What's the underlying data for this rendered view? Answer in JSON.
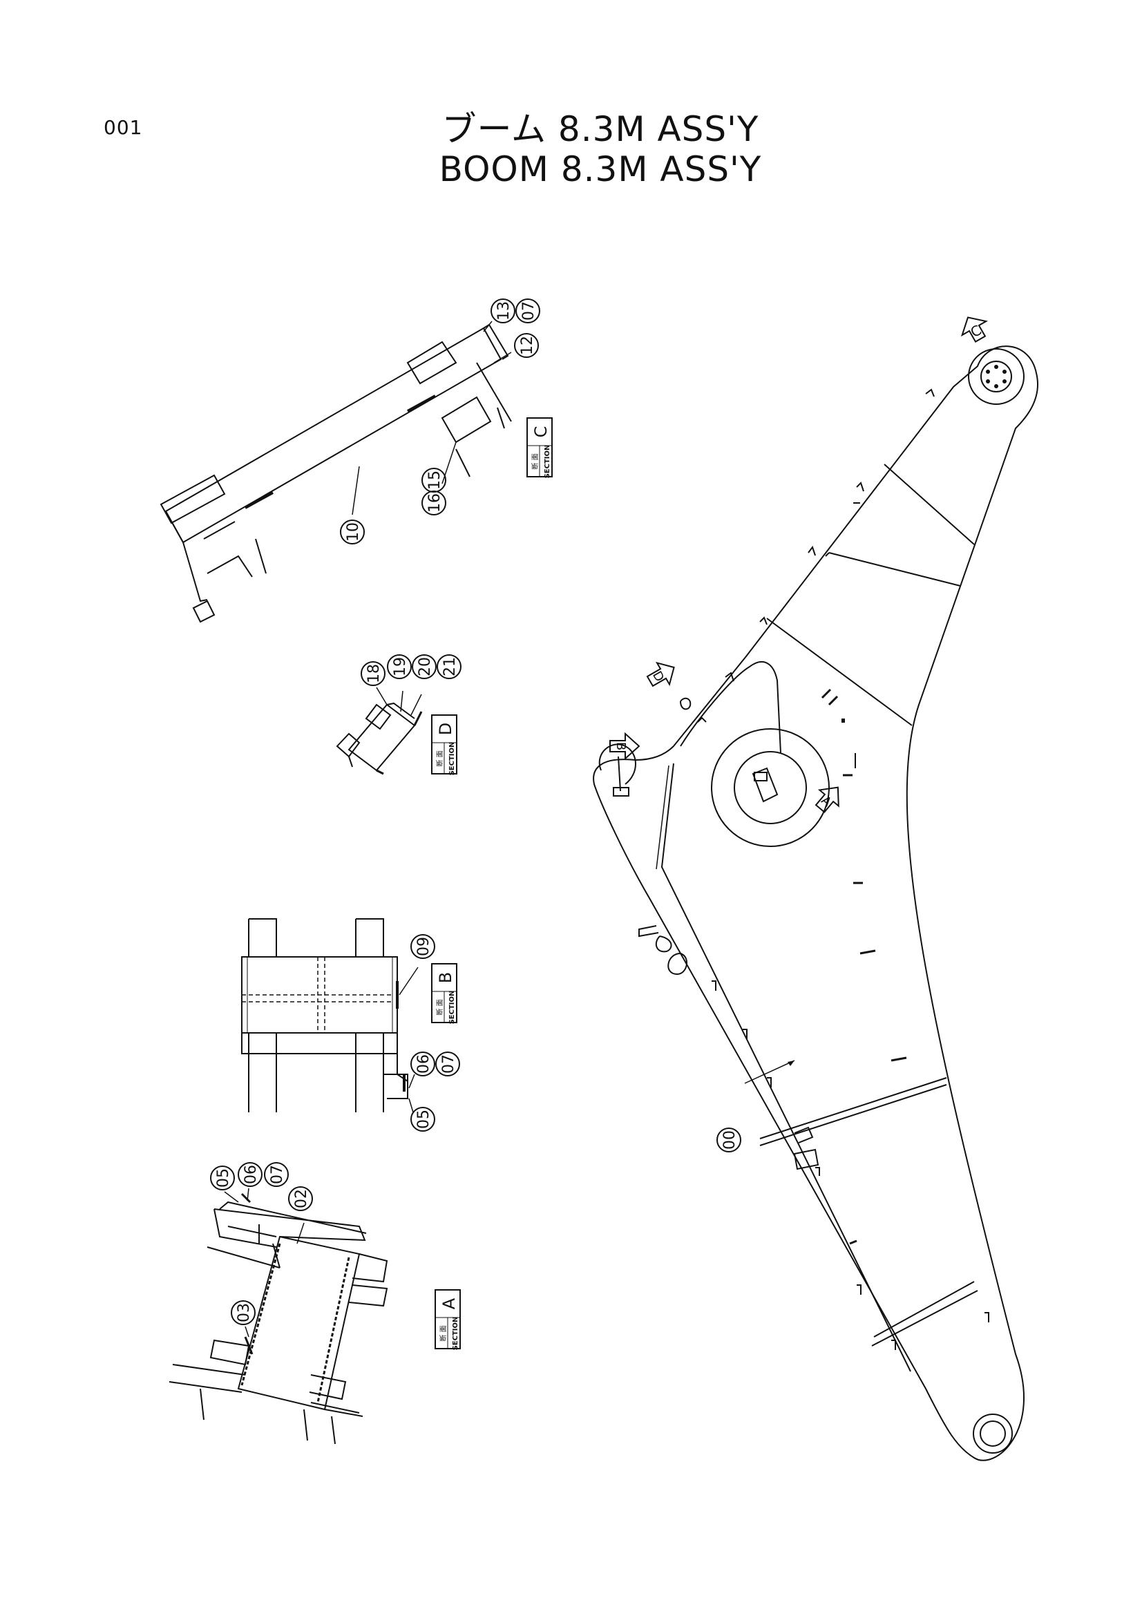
{
  "page_number": "001",
  "title_jp": "ブーム 8.3M ASS'Y",
  "title_en": "BOOM 8.3M ASS'Y",
  "view_arrows": {
    "a": "A",
    "b": "B",
    "c": "C",
    "d": "D"
  },
  "section_tags": [
    {
      "kanji": "断 面",
      "word": "SECTION",
      "letter": "C"
    },
    {
      "kanji": "断 面",
      "word": "SECTION",
      "letter": "D"
    },
    {
      "kanji": "断 面",
      "word": "SECTION",
      "letter": "B"
    },
    {
      "kanji": "断 面",
      "word": "SECTION",
      "letter": "A"
    }
  ],
  "callouts": {
    "c_13": "13",
    "c_07": "07",
    "c_12": "12",
    "c_10": "10",
    "c_16": "16",
    "c_15": "15",
    "d_18": "18",
    "d_19": "19",
    "d_20": "20",
    "d_21": "21",
    "b_09": "09",
    "b_06": "06",
    "b_07": "07",
    "b_05": "05",
    "a_05": "05",
    "a_06": "06",
    "a_07": "07",
    "a_02": "02",
    "a_03": "03",
    "main_00": "00"
  }
}
